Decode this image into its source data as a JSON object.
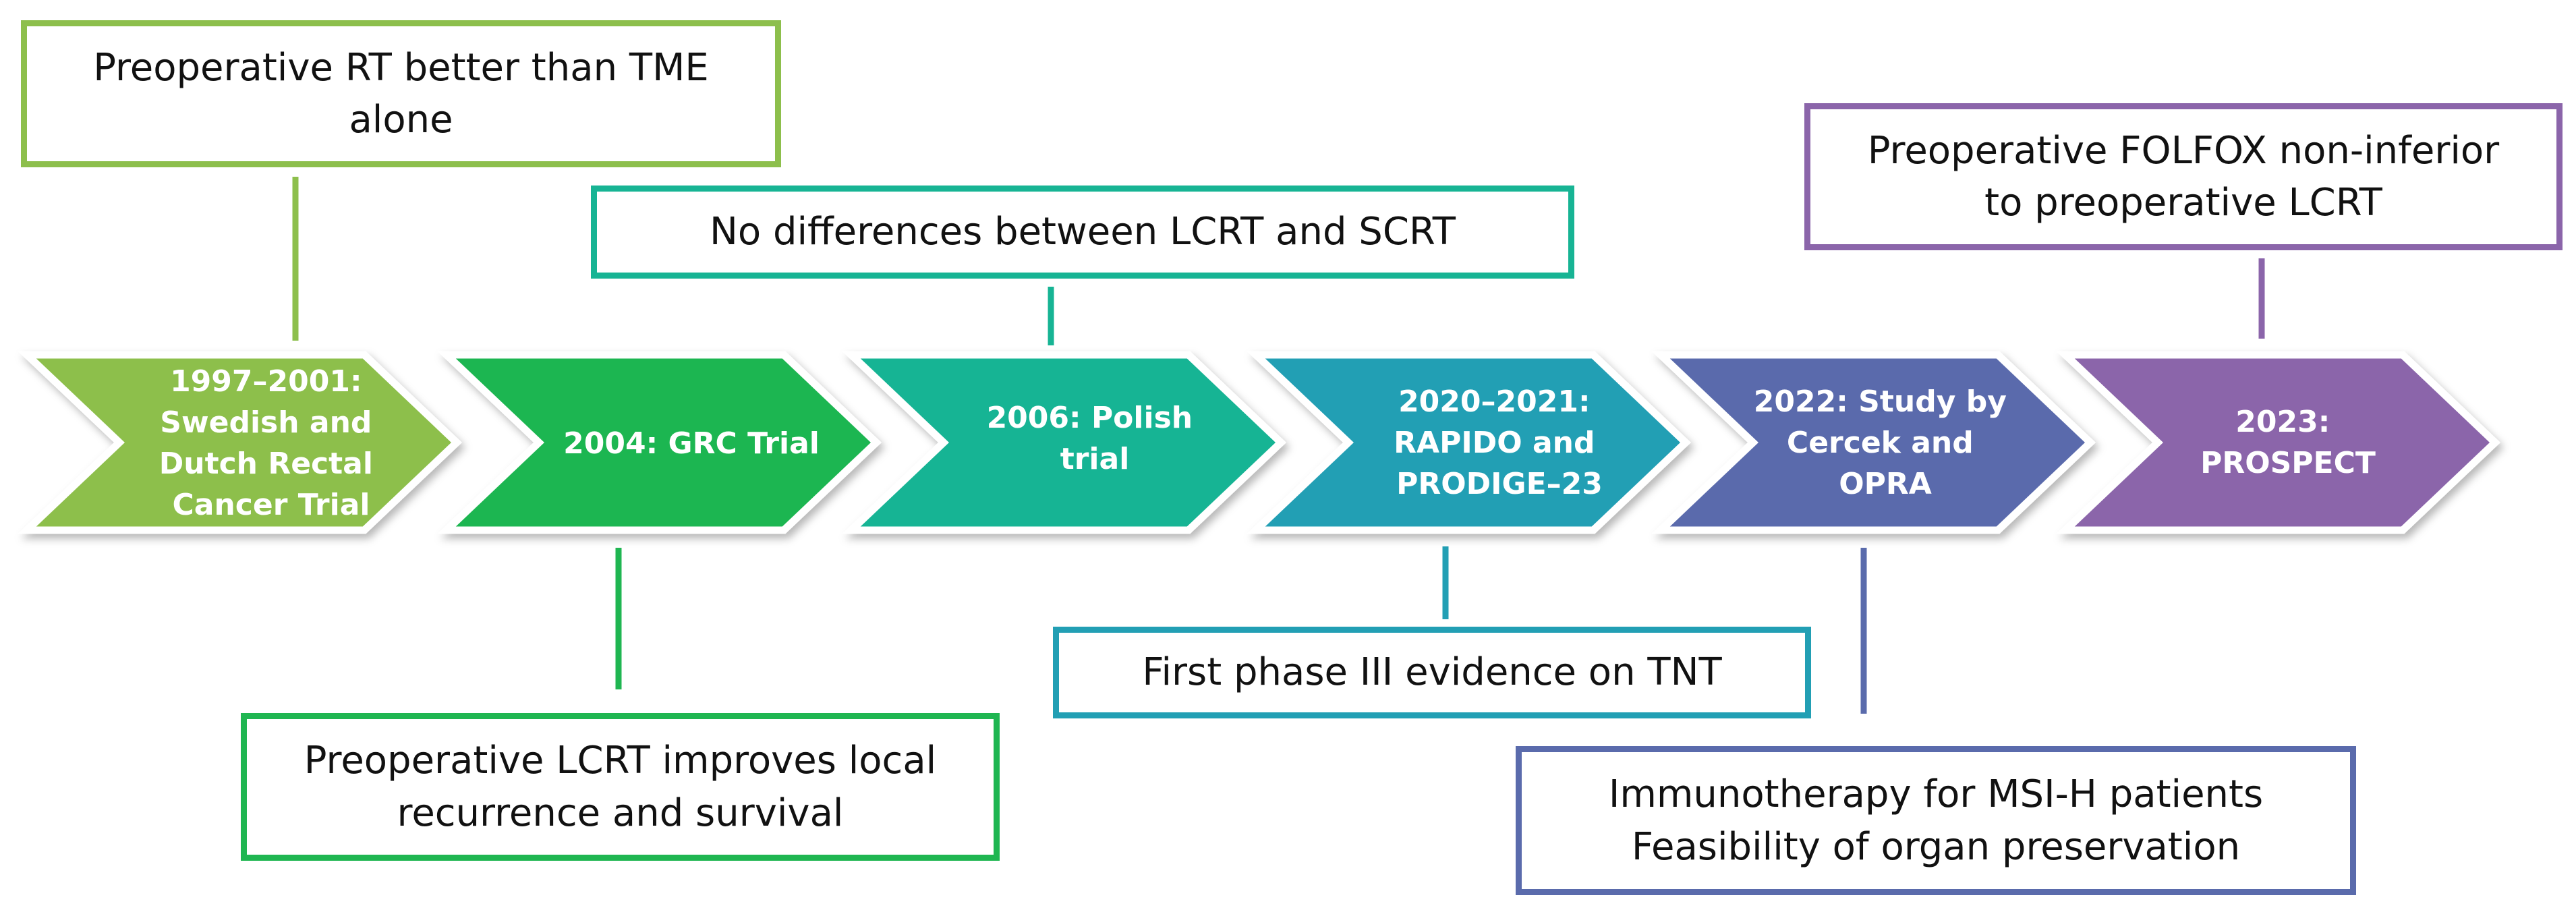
{
  "colors": {
    "milestone_1": "#8dbf4c",
    "milestone_2": "#1fb651",
    "milestone_3": "#17b494",
    "milestone_4": "#229fb4",
    "milestone_5": "#5a6bac",
    "milestone_6": "#8b65aa"
  },
  "milestones": [
    {
      "lines": [
        "1997–2001:",
        "Swedish and",
        "Dutch Rectal",
        "Cancer Trial"
      ]
    },
    {
      "lines": [
        "2004: GRC Trial"
      ]
    },
    {
      "lines": [
        "2006: Polish",
        "trial"
      ]
    },
    {
      "lines": [
        "2020–2021:",
        "RAPIDO and",
        "PRODIGE–23"
      ]
    },
    {
      "lines": [
        "2022: Study by",
        "Cercek and",
        "OPRA"
      ]
    },
    {
      "lines": [
        "2023:",
        "PROSPECT"
      ]
    }
  ],
  "findings": {
    "swedish_dutch": {
      "line1": "Preoperative RT better than TME",
      "line2": "alone"
    },
    "grc": {
      "line1": "Preoperative LCRT improves local",
      "line2": "recurrence and survival"
    },
    "polish": {
      "line1": "No differences between LCRT and SCRT"
    },
    "rapido_prodige": {
      "line1": "First phase III evidence on TNT"
    },
    "cercek_opra": {
      "line1": "Immunotherapy for MSI-H patients",
      "line2": "Feasibility of organ preservation"
    },
    "prospect": {
      "line1": "Preoperative FOLFOX non-inferior",
      "line2": "to preoperative LCRT"
    }
  }
}
